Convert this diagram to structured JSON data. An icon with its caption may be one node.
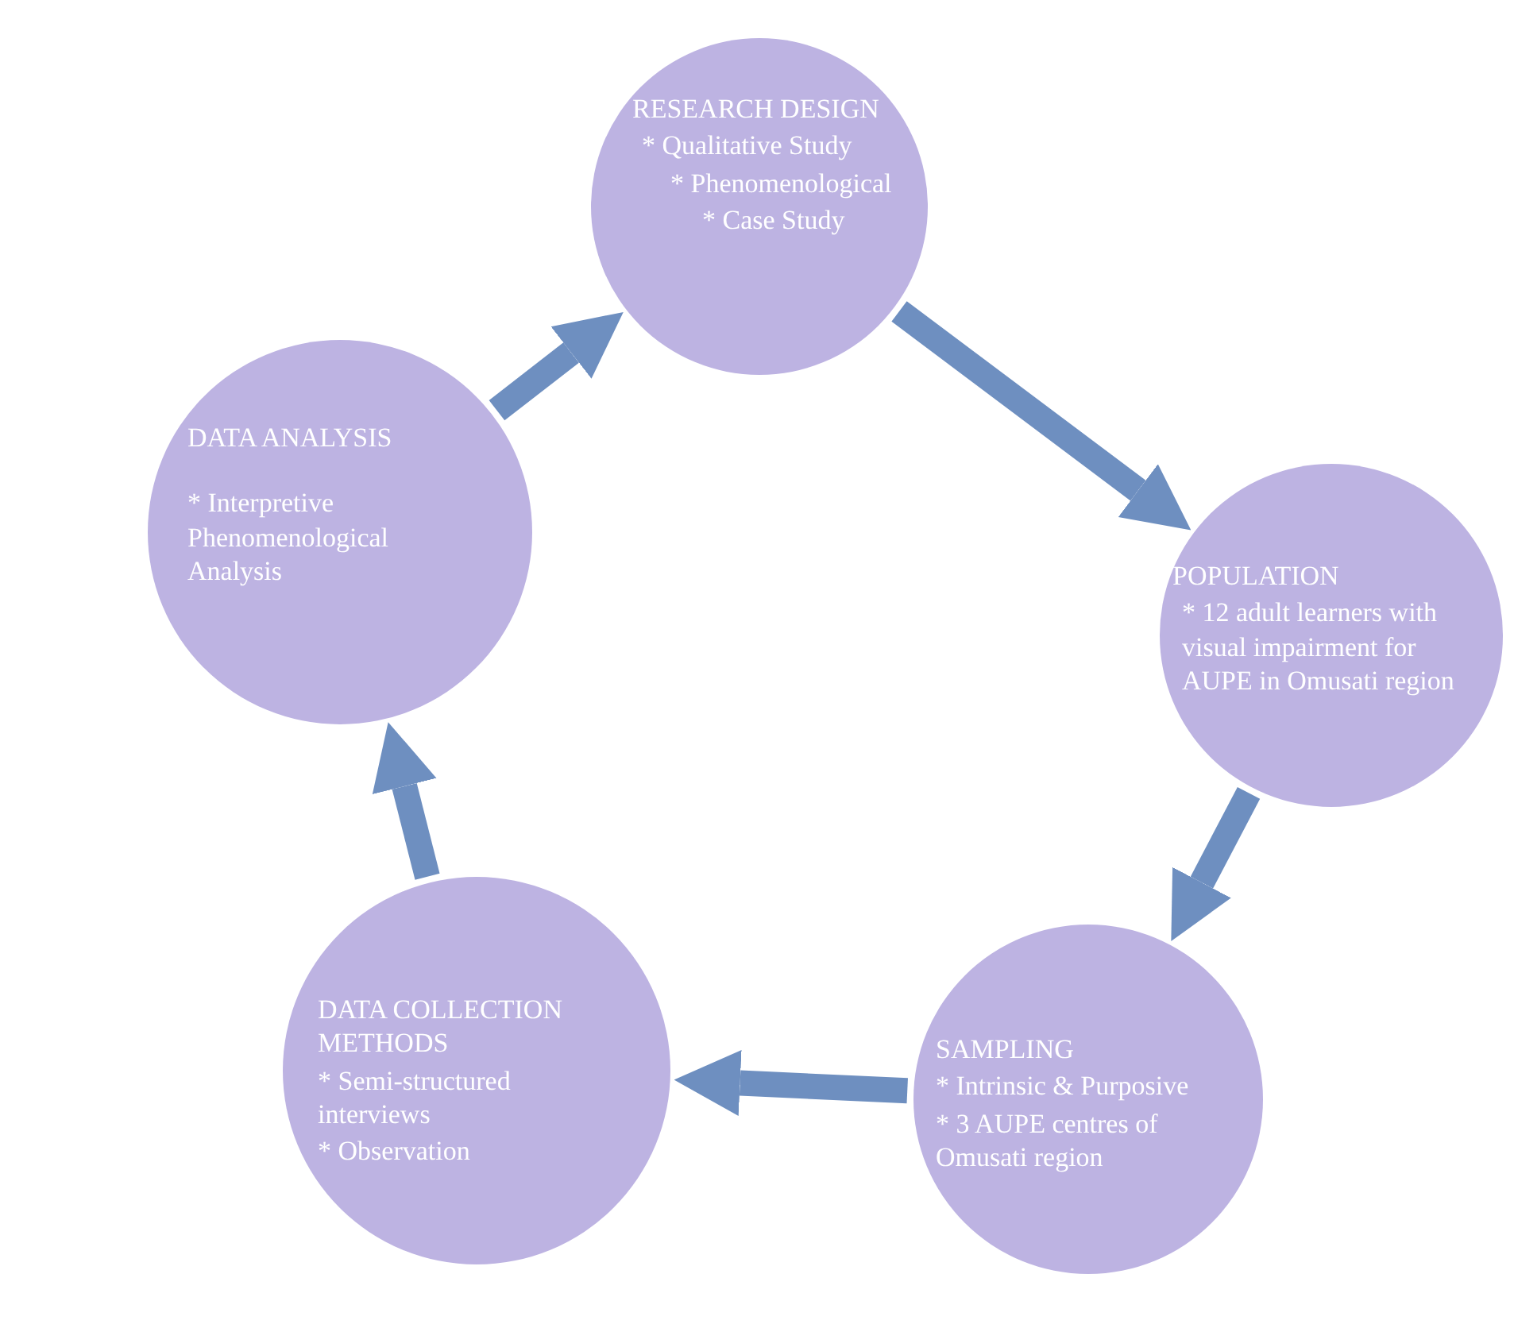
{
  "diagram": {
    "nodes": [
      {
        "text": [
          "RESEARCH DESIGN",
          "* Qualitative Study",
          "* Phenomenological",
          "* Case Study"
        ]
      },
      {
        "text": [
          "POPULATION",
          "* 12 adult learners with visual impairment for AUPE in Omusati region"
        ]
      },
      {
        "text": [
          "SAMPLING",
          "* Intrinsic & Purposive",
          "* 3 AUPE centres of Omusati region"
        ]
      },
      {
        "text": [
          "DATA COLLECTION METHODS",
          "* Semi-structured interviews",
          "* Observation"
        ]
      },
      {
        "text": [
          "DATA ANALYSIS",
          "* Interpretive Phenomenological Analysis"
        ]
      }
    ],
    "edges": [
      {
        "from": 0,
        "to": 1,
        "arrow": "to"
      },
      {
        "from": 1,
        "to": 2,
        "arrow": "to"
      },
      {
        "from": 2,
        "to": 3,
        "arrow": "to"
      },
      {
        "from": 3,
        "to": 4,
        "arrow": "to"
      },
      {
        "from": 4,
        "to": 0,
        "arrow": "to"
      }
    ]
  }
}
